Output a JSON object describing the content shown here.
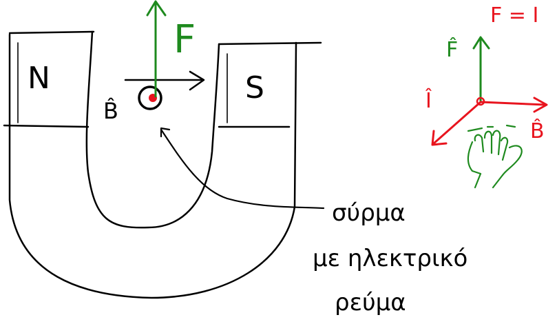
{
  "magnet": {
    "north_label": "N",
    "south_label": "S"
  },
  "left_figure": {
    "force_label": "F",
    "field_label": "B̂"
  },
  "annotation": {
    "line1": "σύρμα",
    "line2": "με ηλεκτρικό",
    "line3": "ρεύμα"
  },
  "right_figure": {
    "equation_label": "F = I",
    "force_label": "F̂",
    "current_label": "Î",
    "field_label": "B̂"
  },
  "colors": {
    "ink": "#000000",
    "force": "#1e8a1e",
    "current": "#e8141e",
    "field": "#e8141e",
    "hand": "#1e8a1e"
  },
  "icons": [
    "hand-icon",
    "wire-cross-section-icon"
  ]
}
